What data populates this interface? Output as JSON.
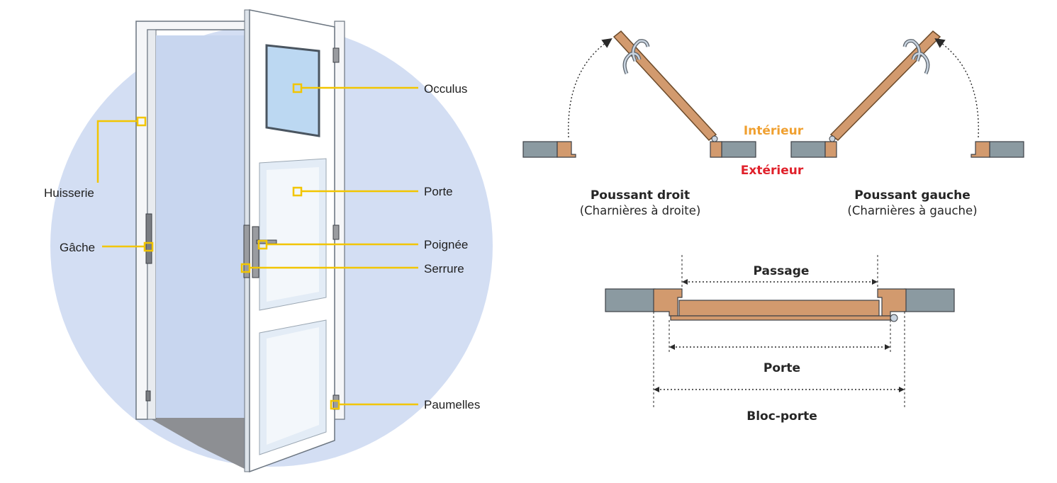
{
  "door_labels": {
    "occulus": "Occulus",
    "porte": "Porte",
    "poignee": "Poignée",
    "serrure": "Serrure",
    "paumelles": "Paumelles",
    "huisserie": "Huisserie",
    "gache": "Gâche"
  },
  "opening": {
    "interieur": "Intérieur",
    "exterieur": "Extérieur",
    "right": {
      "title": "Poussant droit",
      "subtitle": "(Charnières à droite)"
    },
    "left": {
      "title": "Poussant gauche",
      "subtitle": "(Charnières à gauche)"
    }
  },
  "dimensions": {
    "passage": "Passage",
    "porte": "Porte",
    "bloc_porte": "Bloc-porte"
  },
  "colors": {
    "circle": "#d3def3",
    "callout": "#f2c500",
    "wood": "#d29a6e",
    "wood_dark": "#b8834f",
    "wall": "#8b9aa1",
    "interior_text": "#f0a030",
    "exterior_text": "#e0202a"
  }
}
